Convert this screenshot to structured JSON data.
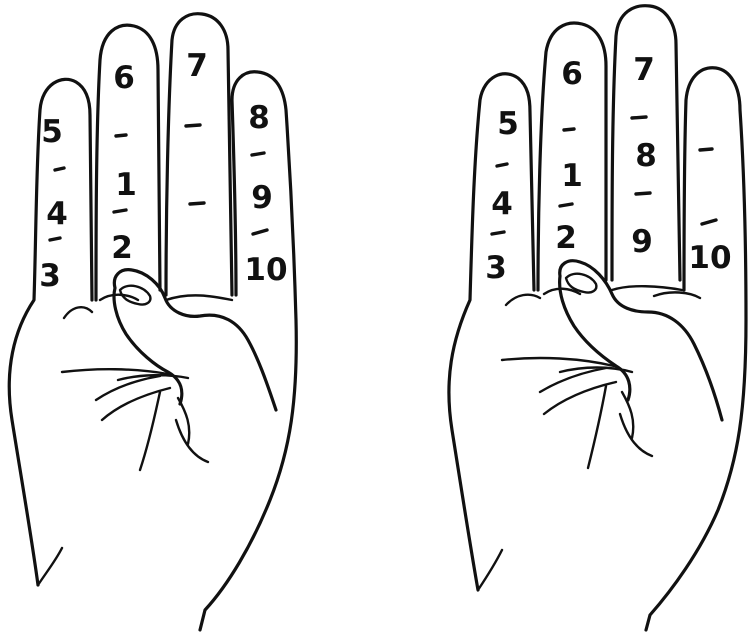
{
  "colors": {
    "ink": "#111111",
    "paper": "#ffffff"
  },
  "left_hand": {
    "little": [
      "5",
      "4",
      "3"
    ],
    "ring": [
      "6",
      "1",
      "2"
    ],
    "middle": [
      "7"
    ],
    "index": [
      "8",
      "9",
      "10"
    ]
  },
  "right_hand": {
    "little": [
      "5",
      "4",
      "3"
    ],
    "ring": [
      "6",
      "1",
      "2"
    ],
    "middle": [
      "7",
      "8",
      "9"
    ],
    "index": [
      "10"
    ]
  }
}
